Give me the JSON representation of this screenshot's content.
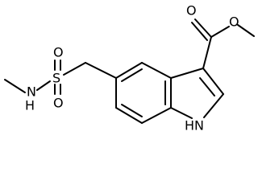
{
  "atoms": {
    "ester_carbonyl_o": "O",
    "ester_alkoxy_o": "O",
    "sulfonyl_s": "S",
    "sulfonyl_o_top": "O",
    "sulfonyl_o_bottom": "O",
    "sulfonamide_n": "N",
    "sulfonamide_h": "H",
    "indole_n": "N",
    "indole_h": "H"
  },
  "colors": {
    "ink": "#000000",
    "background": "#ffffff"
  }
}
